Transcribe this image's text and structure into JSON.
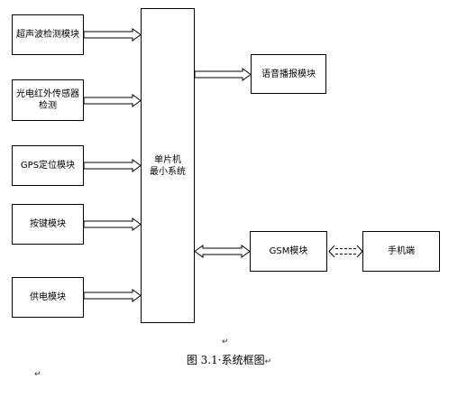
{
  "modules": {
    "ultrasonic": "超声波检测模块",
    "infrared_line1": "光电红外传感器",
    "infrared_line2": "检测",
    "gps": "GPS定位模块",
    "keys": "按键模块",
    "power": "供电模块",
    "mcu_line1": "单片机",
    "mcu_line2": "最小系统",
    "voice": "语音播报模块",
    "gsm": "GSM模块",
    "phone": "手机端"
  },
  "caption": {
    "text": "图 3.1·系统框图",
    "return_mark": "↵"
  },
  "marks": {
    "after_caption_above": "↵",
    "bottom_left": "↵"
  },
  "colors": {
    "stroke": "#000000",
    "background": "#ffffff"
  }
}
